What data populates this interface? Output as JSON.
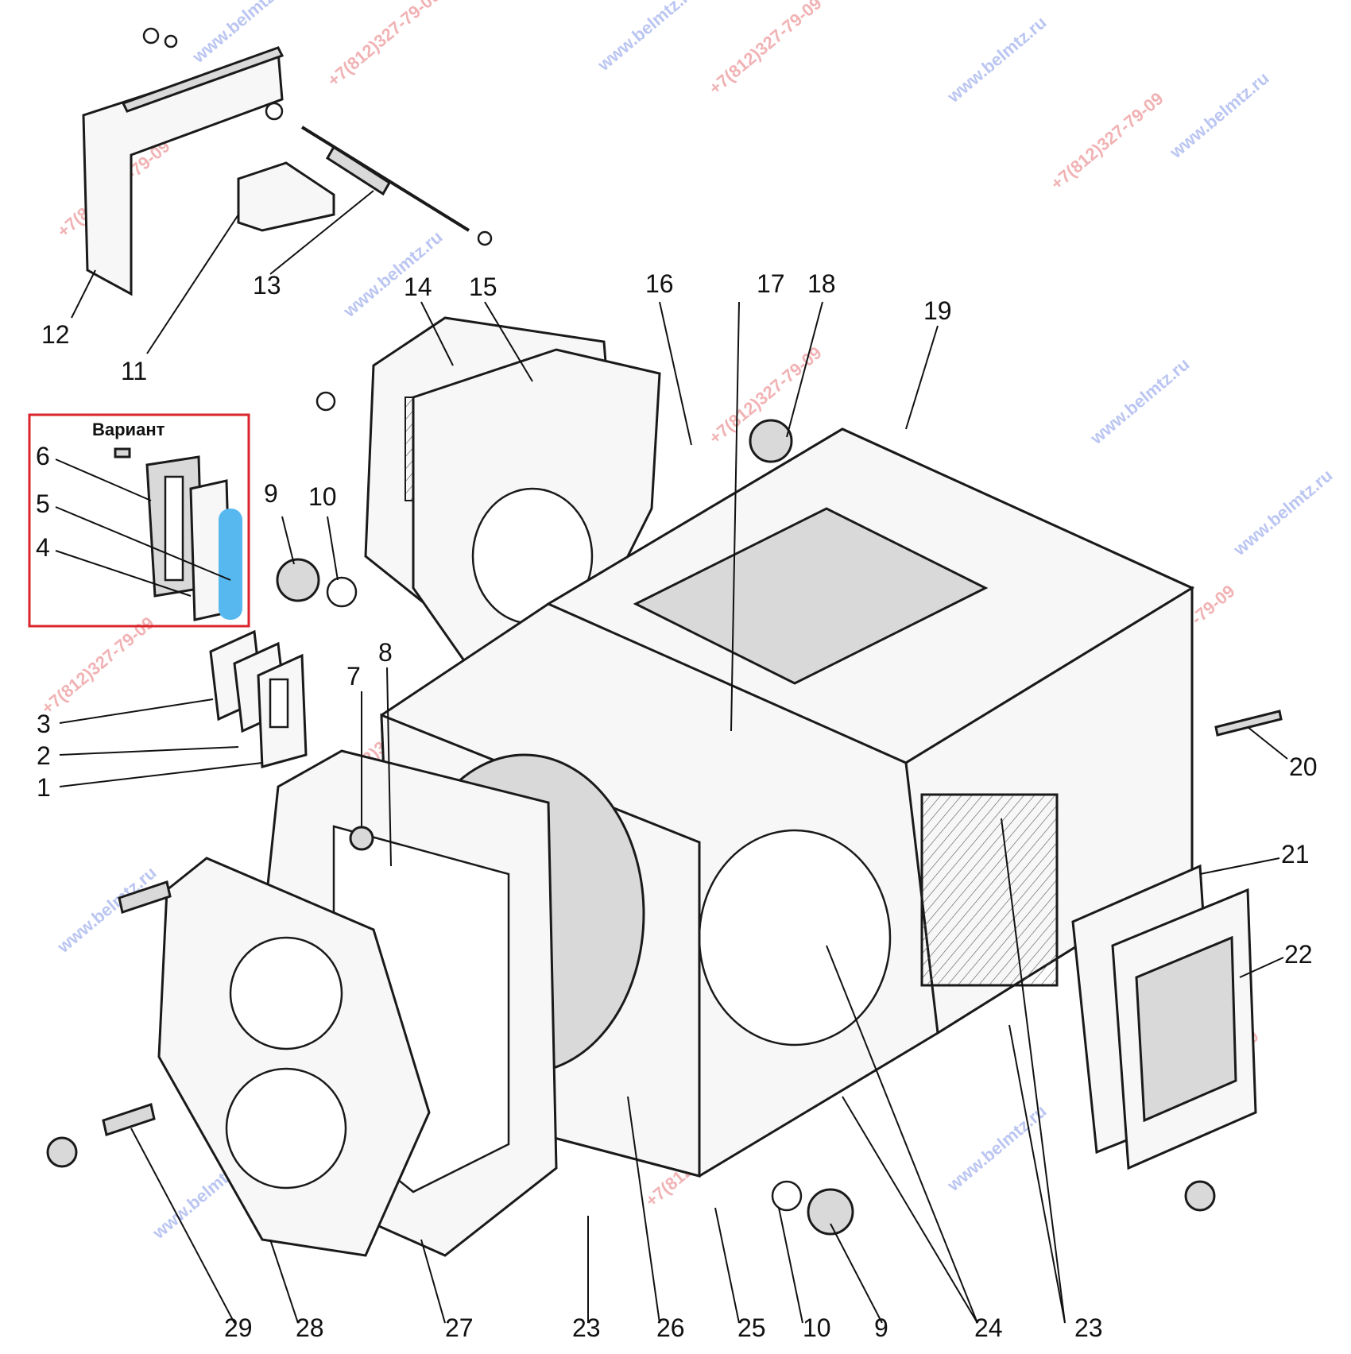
{
  "variant": {
    "title": "Вариант",
    "labels": [
      "6",
      "5",
      "4"
    ]
  },
  "callouts": [
    "12",
    "11",
    "13",
    "14",
    "15",
    "16",
    "17",
    "18",
    "19",
    "9",
    "10",
    "7",
    "8",
    "3",
    "2",
    "1",
    "20",
    "21",
    "22",
    "29",
    "28",
    "27",
    "23",
    "26",
    "25",
    "10",
    "9",
    "24",
    "23"
  ],
  "watermarks": [
    "www.belmtz.ru",
    "+7(812)327-79-09"
  ],
  "colors": {
    "watermark_blue": "#3b5bd9",
    "watermark_red": "#d9252b",
    "gasket_highlight": "#57b8f0"
  }
}
